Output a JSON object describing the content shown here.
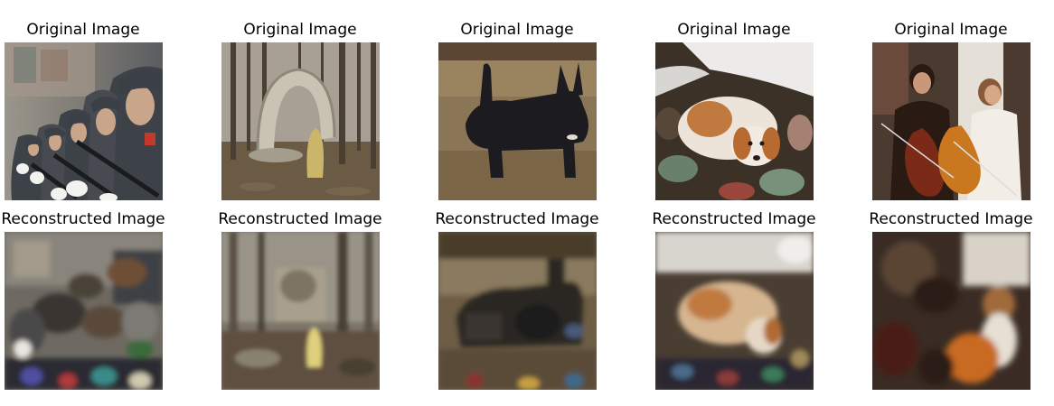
{
  "figure": {
    "columns": [
      {
        "original_title": "Original Image",
        "reconstructed_title": "Reconstructed Image",
        "subject": "uniformed-soldiers-with-rifles",
        "palette": {
          "bg": "#8d8b86",
          "main": "#3e4247",
          "accent": "#9aa0a4",
          "highlight": "#e9e9e6"
        }
      },
      {
        "original_title": "Original Image",
        "reconstructed_title": "Reconstructed Image",
        "subject": "stone-arch-in-forest",
        "palette": {
          "bg": "#6f675a",
          "main": "#4a4237",
          "accent": "#b9b3a4",
          "highlight": "#d2c27a"
        }
      },
      {
        "original_title": "Original Image",
        "reconstructed_title": "Reconstructed Image",
        "subject": "black-scottish-terrier",
        "palette": {
          "bg": "#7d6a4c",
          "main": "#1d1d20",
          "accent": "#a38d64",
          "highlight": "#d8d4c8"
        }
      },
      {
        "original_title": "Original Image",
        "reconstructed_title": "Reconstructed Image",
        "subject": "cavalier-king-charles-puppy-on-rug",
        "palette": {
          "bg": "#3b3126",
          "main": "#c07a3f",
          "accent": "#eae2d6",
          "highlight": "#7e9c84"
        }
      },
      {
        "original_title": "Original Image",
        "reconstructed_title": "Reconstructed Image",
        "subject": "cello-players",
        "palette": {
          "bg": "#4a3a30",
          "main": "#7a2a16",
          "accent": "#e8e4dc",
          "highlight": "#c9781f"
        }
      }
    ]
  }
}
